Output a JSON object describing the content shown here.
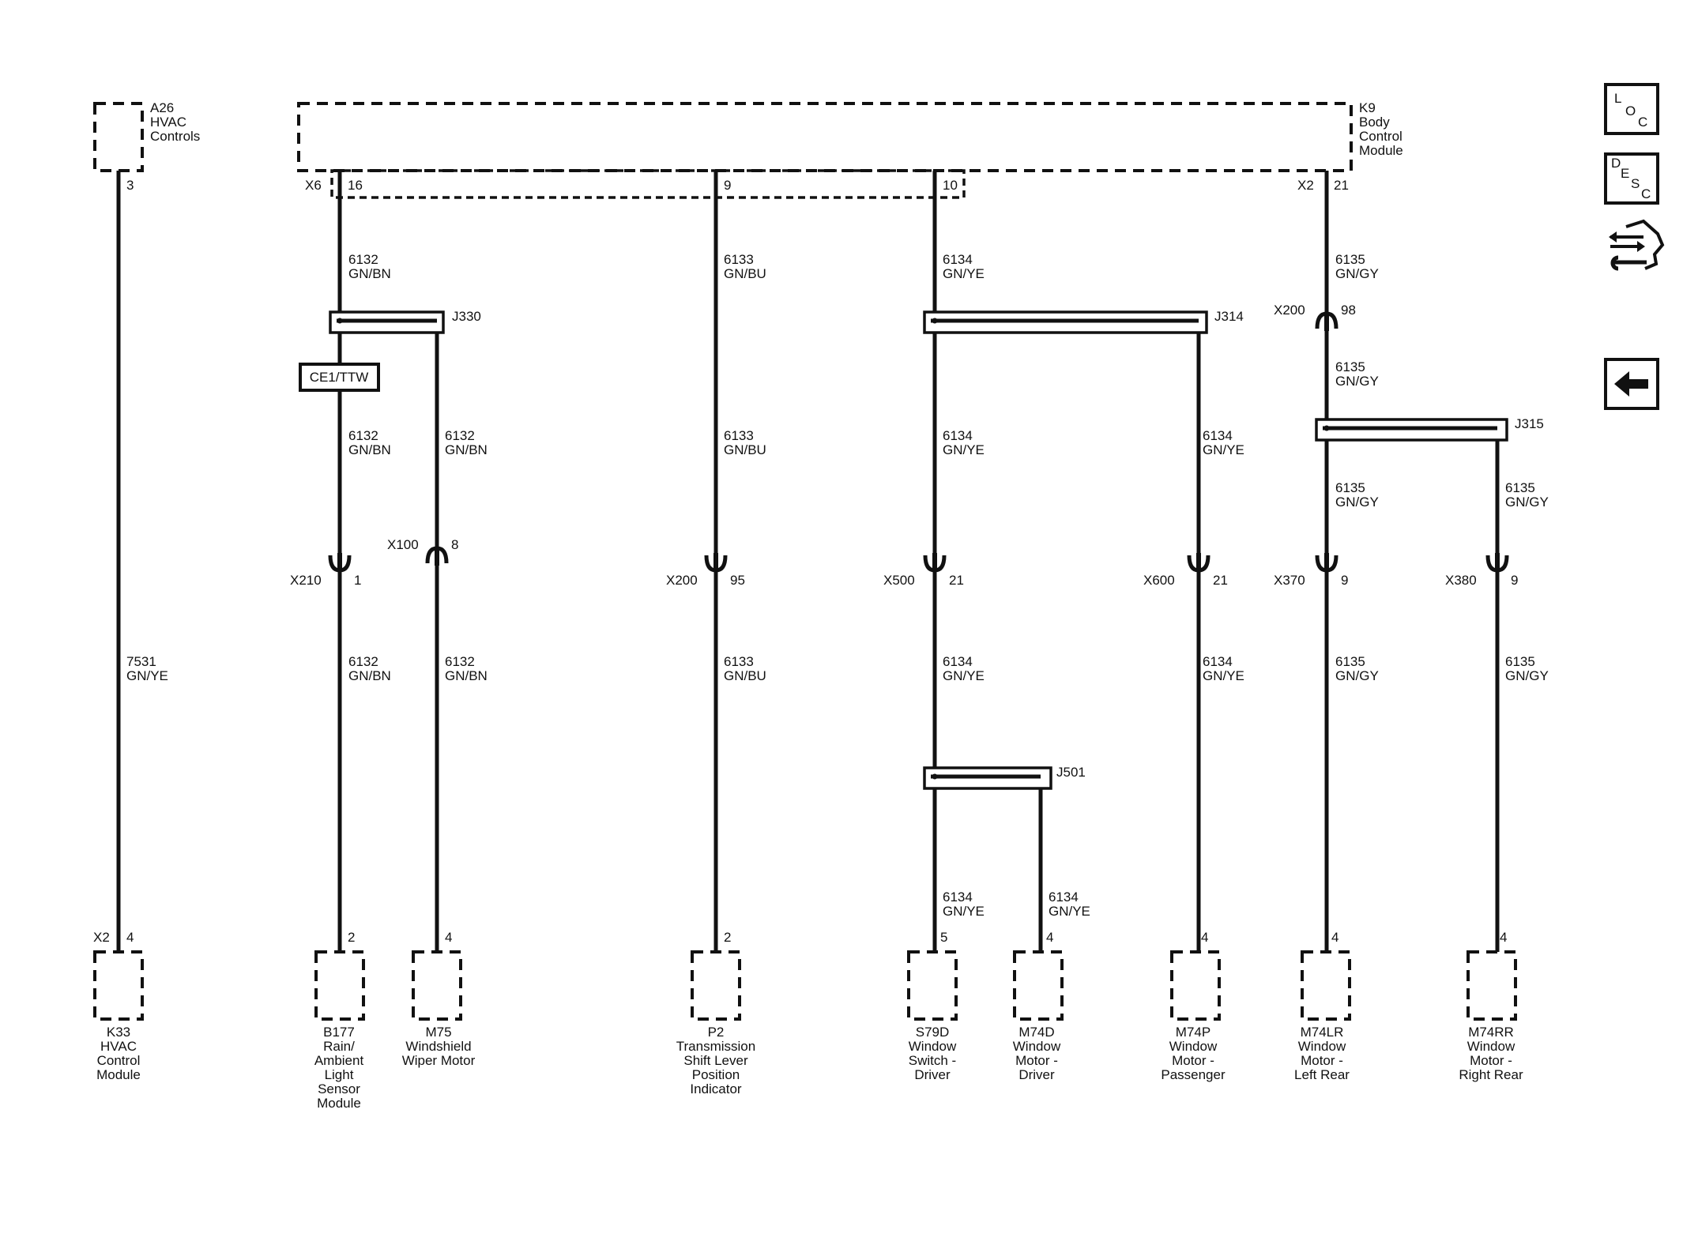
{
  "top_modules": {
    "a26": {
      "ref": "A26",
      "l2": "HVAC",
      "l3": "Controls",
      "pin": "3"
    },
    "k9": {
      "ref": "K9",
      "l2": "Body",
      "l3": "Control",
      "l4": "Module",
      "x6": "X6",
      "p16": "16",
      "p9": "9",
      "p10": "10",
      "x2": "X2",
      "p21": "21"
    }
  },
  "wires": {
    "w7531": {
      "num": "7531",
      "color": "GN/YE"
    },
    "w6132_top": {
      "num": "6132",
      "color": "GN/BN"
    },
    "w6132_a": {
      "num": "6132",
      "color": "GN/BN"
    },
    "w6132_b": {
      "num": "6132",
      "color": "GN/BN"
    },
    "w6132_c": {
      "num": "6132",
      "color": "GN/BN"
    },
    "w6132_d": {
      "num": "6132",
      "color": "GN/BN"
    },
    "w6133_top": {
      "num": "6133",
      "color": "GN/BU"
    },
    "w6133_mid": {
      "num": "6133",
      "color": "GN/BU"
    },
    "w6133_low": {
      "num": "6133",
      "color": "GN/BU"
    },
    "w6134_top": {
      "num": "6134",
      "color": "GN/YE"
    },
    "w6134_a": {
      "num": "6134",
      "color": "GN/YE"
    },
    "w6134_b": {
      "num": "6134",
      "color": "GN/YE"
    },
    "w6134_c": {
      "num": "6134",
      "color": "GN/YE"
    },
    "w6134_d": {
      "num": "6134",
      "color": "GN/YE"
    },
    "w6134_e": {
      "num": "6134",
      "color": "GN/YE"
    },
    "w6134_f": {
      "num": "6134",
      "color": "GN/YE"
    },
    "w6135_top": {
      "num": "6135",
      "color": "GN/GY"
    },
    "w6135_b": {
      "num": "6135",
      "color": "GN/GY"
    },
    "w6135_c": {
      "num": "6135",
      "color": "GN/GY"
    },
    "w6135_d": {
      "num": "6135",
      "color": "GN/GY"
    },
    "w6135_e": {
      "num": "6135",
      "color": "GN/GY"
    },
    "w6135_f": {
      "num": "6135",
      "color": "GN/GY"
    }
  },
  "splices": {
    "j330": "J330",
    "j314": "J314",
    "j315": "J315",
    "j501": "J501"
  },
  "feature_box": "CE1/TTW",
  "inline_connectors": {
    "x210": {
      "name": "X210",
      "pin": "1"
    },
    "x100": {
      "name": "X100",
      "pin": "8"
    },
    "x200a": {
      "name": "X200",
      "pin": "95"
    },
    "x500": {
      "name": "X500",
      "pin": "21"
    },
    "x600": {
      "name": "X600",
      "pin": "21"
    },
    "x370": {
      "name": "X370",
      "pin": "9"
    },
    "x380": {
      "name": "X380",
      "pin": "9"
    },
    "x200b": {
      "name": "X200",
      "pin": "98"
    }
  },
  "bottom_modules": {
    "k33": {
      "conn": "X2",
      "pin": "4",
      "lines": [
        "K33",
        "HVAC",
        "Control",
        "Module"
      ]
    },
    "b177": {
      "pin": "2",
      "lines": [
        "B177",
        "Rain/",
        "Ambient",
        "Light",
        "Sensor",
        "Module"
      ]
    },
    "m75": {
      "pin": "4",
      "lines": [
        "M75",
        "Windshield",
        "Wiper Motor"
      ]
    },
    "p2": {
      "pin": "2",
      "lines": [
        "P2",
        "Transmission",
        "Shift Lever",
        "Position",
        "Indicator"
      ]
    },
    "s79d": {
      "pin": "5",
      "lines": [
        "S79D",
        "Window",
        "Switch -",
        "Driver"
      ]
    },
    "m74d": {
      "pin": "4",
      "lines": [
        "M74D",
        "Window",
        "Motor -",
        "Driver"
      ]
    },
    "m74p": {
      "pin": "4",
      "lines": [
        "M74P",
        "Window",
        "Motor -",
        "Passenger"
      ]
    },
    "m74lr": {
      "pin": "4",
      "lines": [
        "M74LR",
        "Window",
        "Motor -",
        "Left Rear"
      ]
    },
    "m74rr": {
      "pin": "4",
      "lines": [
        "M74RR",
        "Window",
        "Motor -",
        "Right Rear"
      ]
    }
  },
  "nav": {
    "loc": {
      "l1": "L",
      "l2": "O",
      "l3": "C"
    },
    "desc": {
      "l1": "D",
      "l2": "E",
      "l3": "S",
      "l4": "C"
    },
    "icons": [
      "connector-diagnostic-icon",
      "back-arrow-icon"
    ]
  }
}
